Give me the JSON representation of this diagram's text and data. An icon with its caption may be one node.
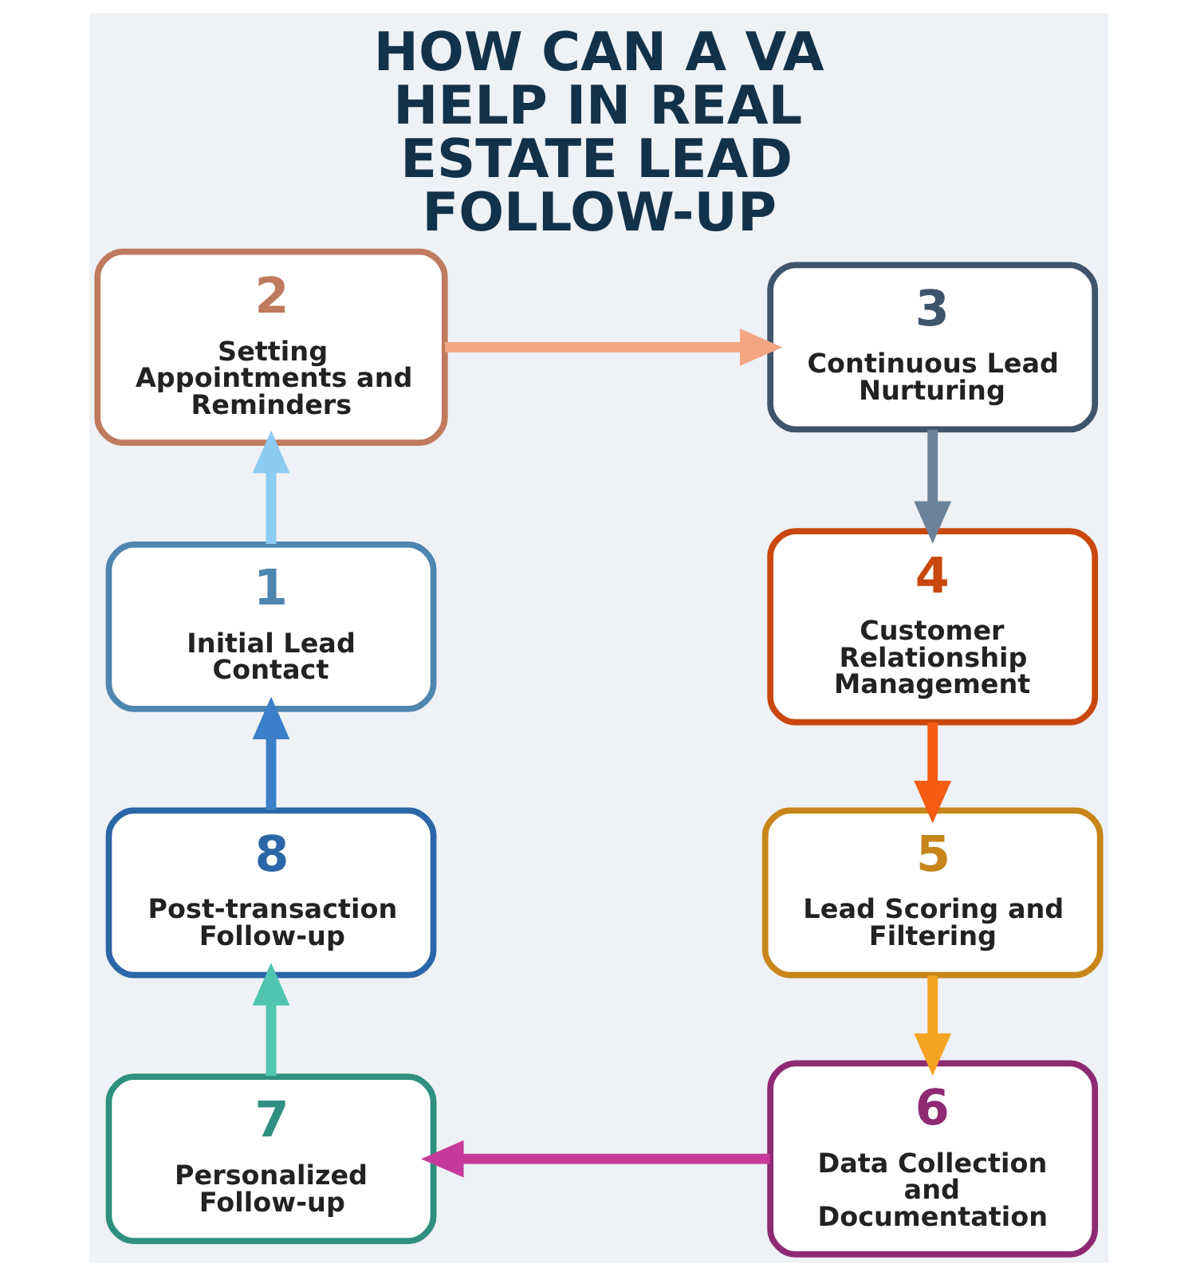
{
  "diagram": {
    "title": "HOW CAN A VA HELP IN REAL ESTATE LEAD FOLLOW-UP",
    "nodes": [
      {
        "text": [
          "1",
          "Initial Lead Contact"
        ]
      },
      {
        "text": [
          "2",
          "Setting Appointments and Reminders"
        ]
      },
      {
        "text": [
          "3",
          "Continuous Lead Nurturing"
        ]
      },
      {
        "text": [
          "4",
          "Customer Relationship Management"
        ]
      },
      {
        "text": [
          "5",
          "Lead Scoring and Filtering"
        ]
      },
      {
        "text": [
          "6",
          "Data Collection and Documentation"
        ]
      },
      {
        "text": [
          "7",
          "Personalized Follow-up"
        ]
      },
      {
        "text": [
          "8",
          "Post-transaction Follow-up"
        ]
      }
    ],
    "edges": [
      {
        "from": 0,
        "to": 1,
        "arrow": "to",
        "color": "#8ccbf2"
      },
      {
        "from": 1,
        "to": 2,
        "arrow": "to",
        "color": "#f4a582"
      },
      {
        "from": 2,
        "to": 3,
        "arrow": "to",
        "color": "#6b8299"
      },
      {
        "from": 3,
        "to": 4,
        "arrow": "to",
        "color": "#f45b14"
      },
      {
        "from": 4,
        "to": 5,
        "arrow": "to",
        "color": "#f6a323"
      },
      {
        "from": 5,
        "to": 6,
        "arrow": "to",
        "color": "#c53a9a"
      },
      {
        "from": 6,
        "to": 7,
        "arrow": "to",
        "color": "#4fc4b0"
      },
      {
        "from": 7,
        "to": 0,
        "arrow": "to",
        "color": "#3a7fc8"
      }
    ]
  }
}
